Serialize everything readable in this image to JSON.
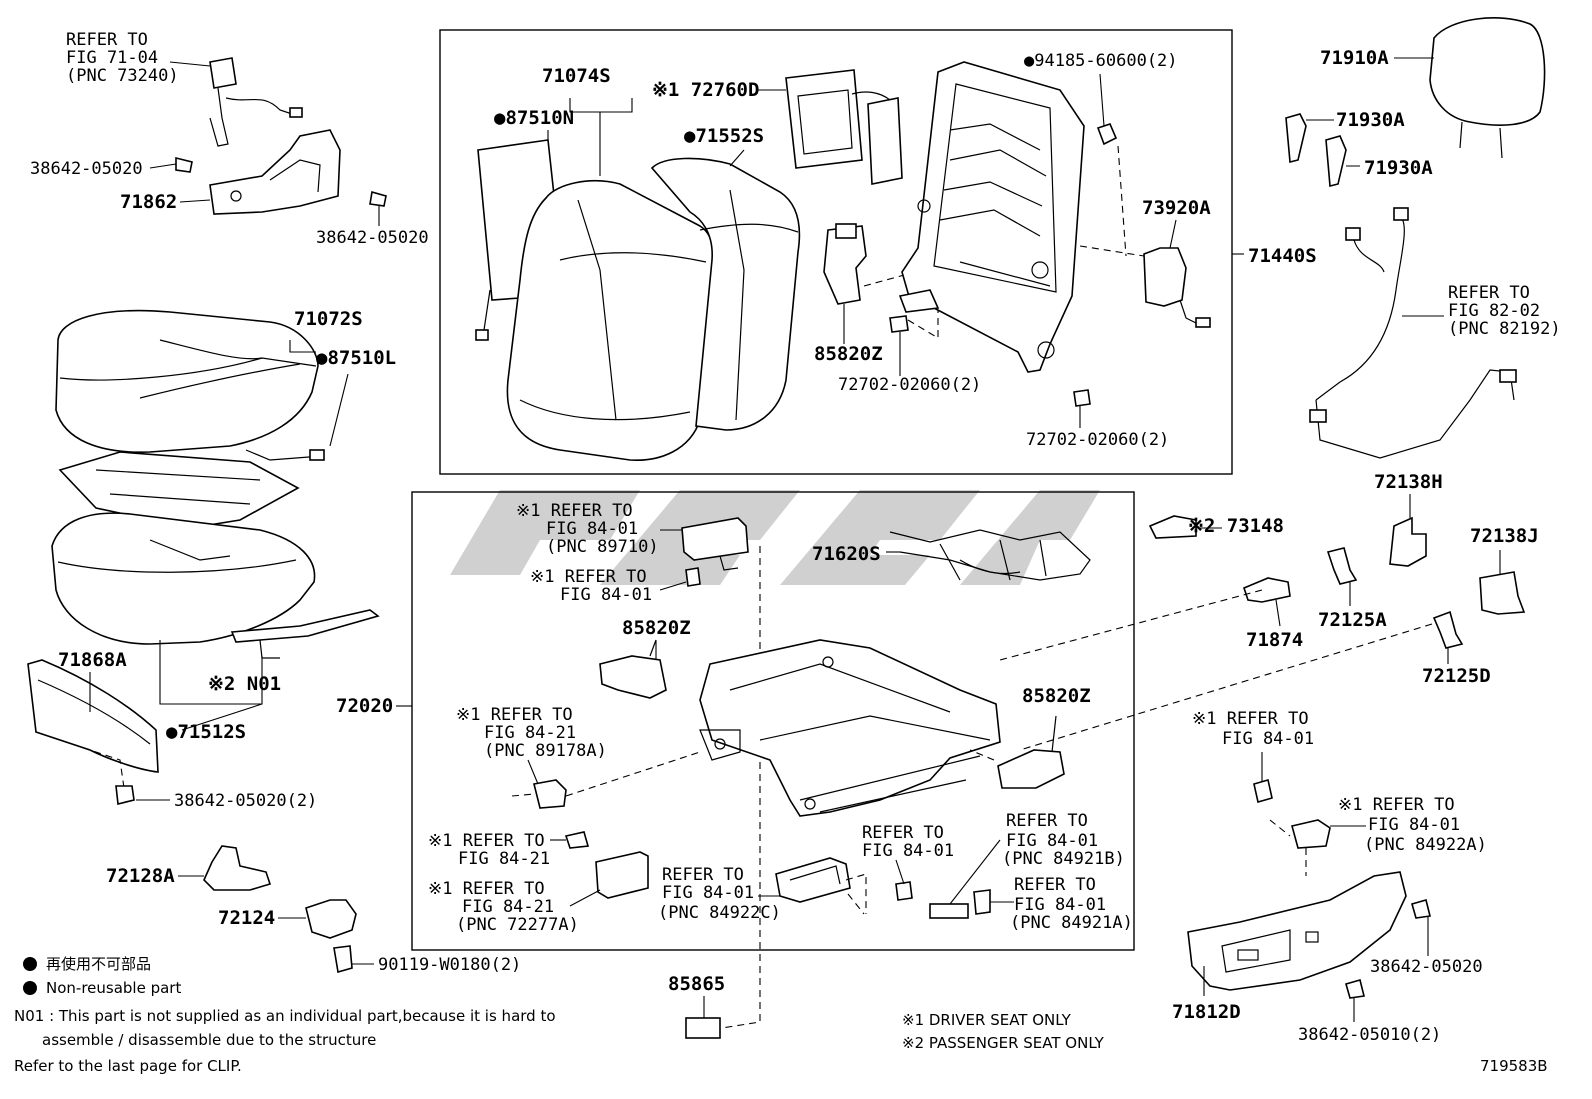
{
  "diagram_id": "719583B",
  "callouts": {
    "seatbelt_ref": [
      "REFER TO",
      "FIG 71-04",
      "(PNC 73240)"
    ],
    "bolt_38642_a": "38642-05020",
    "bracket_71862": "71862",
    "bolt_38642_b": "38642-05020",
    "cushion_assy": "71072S",
    "pad_87510L": "●87510L",
    "cover_71868A": "71868A",
    "n01": "※2 N01",
    "cushion_cover": "●71512S",
    "bolt_38642_c": "38642-05020(2)",
    "knob_72128A": "72128A",
    "cover_72124": "72124",
    "screw_90119": "90119-W0180(2)",
    "back_assy": "71074S",
    "pad_87510N": "●87510N",
    "back_cover": "●71552S",
    "lumbar_72760D": "※1 72760D",
    "bolt_94185": "●94185-60600(2)",
    "frame_71440S": "71440S",
    "airbag_73920A": "73920A",
    "motor_85820Z_top": "85820Z",
    "bolt_72702_a": "72702-02060(2)",
    "bolt_72702_b": "72702-02060(2)",
    "headrest_71910A": "71910A",
    "guide_71930A_a": "71930A",
    "guide_71930A_b": "71930A",
    "wire_ref": [
      "REFER TO",
      "FIG 82-02",
      "(PNC 82192)"
    ],
    "cover_72138H": "72138H",
    "cover_72138J": "72138J",
    "cover_72125A": "72125A",
    "cover_72125D": "72125D",
    "cover_71874": "71874",
    "cover_73148": "※2 73148",
    "ecu_ref": [
      "※1 REFER TO",
      "FIG 84-01",
      "(PNC 89710)"
    ],
    "bolt_ref_8401": [
      "※1 REFER TO",
      "FIG 84-01"
    ],
    "spring_71620S": "71620S",
    "motor_85820Z_mid": "85820Z",
    "adjuster_72020": "72020",
    "motor_85820Z_right": "85820Z",
    "sensor_ref": [
      "※1 REFER TO",
      "FIG 84-21",
      "(PNC 89178A)"
    ],
    "screw_ref_8421": [
      "※1 REFER TO",
      "FIG 84-21"
    ],
    "module_ref": [
      "※1 REFER TO",
      "FIG 84-21",
      "(PNC 72277A)"
    ],
    "switch_ref_84922C": [
      "REFER TO",
      "FIG 84-01",
      "(PNC 84922C)"
    ],
    "bolt_ref_8401b": [
      "REFER TO",
      "FIG 84-01"
    ],
    "knob_ref_84921B": [
      "REFER TO",
      "FIG 84-01",
      "(PNC 84921B)"
    ],
    "knob_ref_84921A": [
      "REFER TO",
      "FIG 84-01",
      "(PNC 84921A)"
    ],
    "plug_85865": "85865",
    "bolt_ref_right": [
      "※1 REFER TO",
      "FIG 84-01"
    ],
    "switch_ref_84922A": [
      "※1 REFER TO",
      "FIG 84-01",
      "(PNC 84922A)"
    ],
    "shield_71812D": "71812D",
    "bolt_38642_d": "38642-05020",
    "bolt_38642_e": "38642-05010(2)"
  },
  "legend": {
    "non_reusable_jp": "再使用不可部品",
    "non_reusable_en": "Non-reusable part",
    "n01_line1": "N01 : This part is not supplied as an individual part,because it is hard to",
    "n01_line2": "assemble / disassemble due to the structure",
    "clip_note": "Refer to the last page for CLIP.",
    "note1": "※1  DRIVER SEAT  ONLY",
    "note2": "※2  PASSENGER SEAT  ONLY"
  },
  "colors": {
    "ink": "#000000",
    "paper": "#ffffff",
    "watermark": "#c8c8c8"
  }
}
